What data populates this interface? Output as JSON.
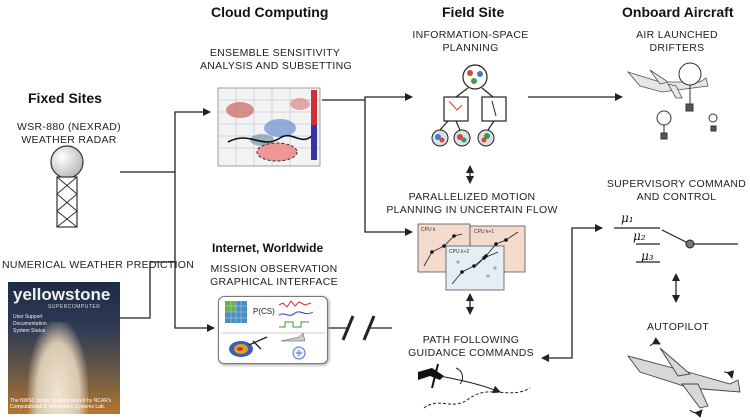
{
  "headers": {
    "cloud": "Cloud Computing",
    "field": "Field Site",
    "onboard": "Onboard Aircraft",
    "fixed": "Fixed Sites",
    "internet": "Internet, Worldwide"
  },
  "labels": {
    "ensemble": [
      "ENSEMBLE SENSITIVITY",
      "ANALYSIS AND SUBSETTING"
    ],
    "info_space": [
      "INFORMATION-SPACE",
      "PLANNING"
    ],
    "drifters": [
      "AIR LAUNCHED",
      "DRIFTERS"
    ],
    "radar": [
      "WSR-880 (NEXRAD)",
      "WEATHER RADAR"
    ],
    "parallel": [
      "PARALLELIZED MOTION",
      "PLANNING IN UNCERTAIN FLOW"
    ],
    "supervisory": [
      "SUPERVISORY COMMAND",
      "AND CONTROL"
    ],
    "nwp": "NUMERICAL WEATHER PREDICTION",
    "mission": [
      "MISSION OBSERVATION",
      "GRAPHICAL INTERFACE"
    ],
    "path": [
      "PATH FOLLOWING",
      "GUIDANCE COMMANDS"
    ],
    "autopilot": "AUTOPILOT"
  },
  "yellowstone": {
    "title": "yellowstone",
    "subtitle": "SUPERCOMPUTER",
    "items": [
      "User Support",
      "Documentation",
      "System Status"
    ],
    "footer": "The NWSC facility is administered by NCAR's Computational & Information Systems Lab."
  },
  "gui": {
    "pcs_label": "P(CS)"
  },
  "cpu_labels": [
    "CPU k",
    "CPU k+1",
    "CPU k+2"
  ],
  "mu_labels": {
    "mu1": "μ₁",
    "mu2": "μ₂",
    "mu3": "μ₃"
  },
  "colors": {
    "line": "#222222",
    "red_node": "#d9463b",
    "blue_node": "#3d7cc9",
    "green_node": "#3f9a4a"
  }
}
